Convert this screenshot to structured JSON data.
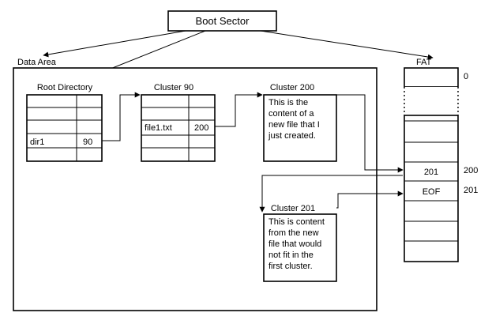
{
  "boot_sector": {
    "label": "Boot Sector"
  },
  "data_area": {
    "label": "Data Area"
  },
  "fat": {
    "label": "FAT",
    "top_index": "0",
    "entries": [
      {
        "index": "200",
        "value": "201"
      },
      {
        "index": "201",
        "value": "EOF"
      }
    ]
  },
  "root_directory": {
    "label": "Root Directory",
    "entry": {
      "name": "dir1",
      "cluster": "90"
    }
  },
  "cluster_90": {
    "label": "Cluster 90",
    "entry": {
      "name": "file1.txt",
      "cluster": "200"
    }
  },
  "cluster_200": {
    "label": "Cluster 200",
    "lines": [
      "This is the",
      "content of a",
      "new file that I",
      "just created."
    ]
  },
  "cluster_201": {
    "label": "Cluster 201",
    "lines": [
      "This is content",
      "from the new",
      "file that would",
      "not fit in the",
      "first cluster."
    ]
  }
}
